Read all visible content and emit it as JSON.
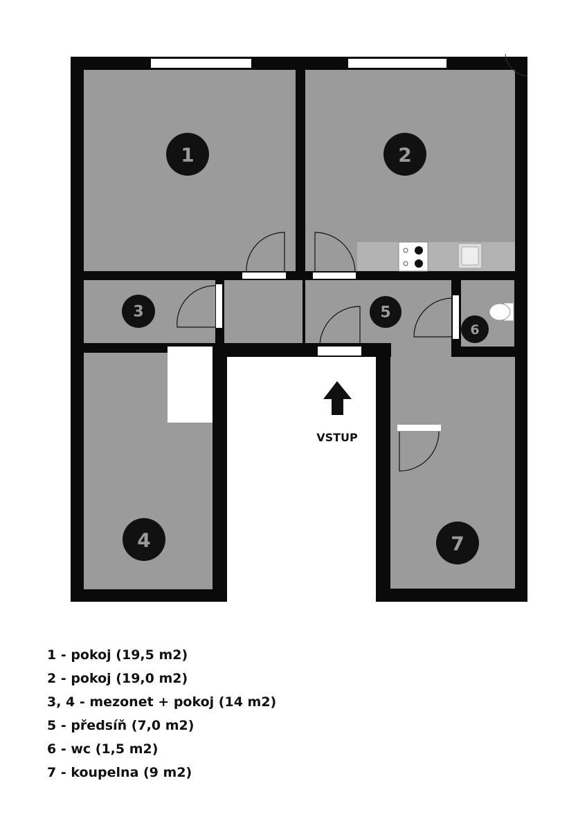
{
  "plan": {
    "colors": {
      "wall": "#0a0a0a",
      "floor": "#9b9b9b",
      "window": "#ffffff",
      "counter": "#b3b3b3",
      "badge": "#111111"
    },
    "rooms": [
      {
        "id": "1",
        "label": "1"
      },
      {
        "id": "2",
        "label": "2"
      },
      {
        "id": "3",
        "label": "3"
      },
      {
        "id": "4",
        "label": "4"
      },
      {
        "id": "5",
        "label": "5"
      },
      {
        "id": "6",
        "label": "6"
      },
      {
        "id": "7",
        "label": "7"
      }
    ],
    "entrance_label": "VSTUP",
    "icons": [
      "entrance-arrow-icon",
      "toilet-icon",
      "stove-icon",
      "sink-icon",
      "door-swing-icon"
    ]
  },
  "legend": [
    "1 - pokoj (19,5 m2)",
    "2 - pokoj (19,0 m2)",
    "3, 4 - mezonet + pokoj (14 m2)",
    "5 - předsíň (7,0 m2)",
    "6 - wc (1,5 m2)",
    "7 - koupelna (9 m2)"
  ]
}
